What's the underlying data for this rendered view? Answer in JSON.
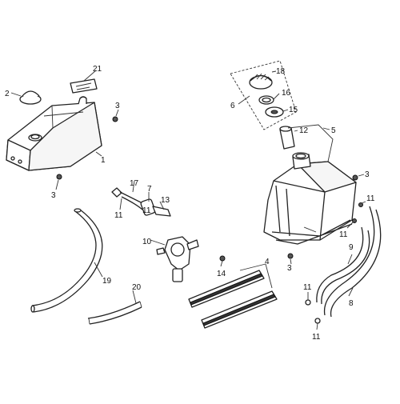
{
  "diagram": {
    "callouts": {
      "c1": "1",
      "c2": "2",
      "c3a": "3",
      "c3b": "3",
      "c3c": "3",
      "c3d": "3",
      "c4": "4",
      "c5": "5",
      "c6": "6",
      "c7": "7",
      "c8": "8",
      "c9": "9",
      "c10": "10",
      "c11a": "11",
      "c11b": "11",
      "c11c": "11",
      "c11d": "11",
      "c11e": "11",
      "c11f": "11",
      "c12": "12",
      "c13": "13",
      "c14": "14",
      "c15": "15",
      "c16": "16",
      "c17": "17",
      "c18": "18",
      "c19": "19",
      "c20": "20",
      "c21": "21"
    }
  }
}
